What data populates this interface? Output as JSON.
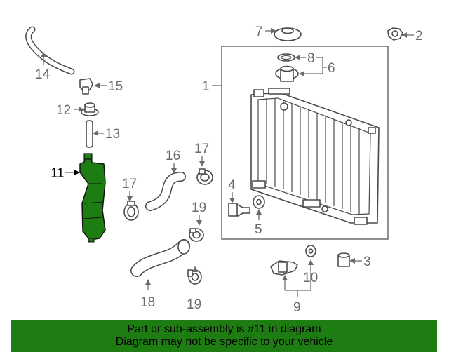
{
  "callouts": {
    "c1": "1",
    "c2": "2",
    "c3": "3",
    "c4": "4",
    "c5": "5",
    "c6": "6",
    "c7": "7",
    "c8": "8",
    "c9": "9",
    "c10": "10",
    "c11": "11",
    "c12": "12",
    "c13": "13",
    "c14": "14",
    "c15": "15",
    "c16": "16",
    "c17a": "17",
    "c17b": "17",
    "c18": "18",
    "c19a": "19",
    "c19b": "19"
  },
  "highlight": {
    "part": "11",
    "color": "#1e7d12"
  },
  "banner": {
    "line1": "Part or sub-assembly is #11 in diagram",
    "line2": "Diagram may not be specific to your vehicle",
    "color": "#1e7d12"
  },
  "icons": [
    "radiator",
    "reserve-tank",
    "hose",
    "clamp",
    "cap",
    "bolt",
    "sensor",
    "grommet"
  ]
}
